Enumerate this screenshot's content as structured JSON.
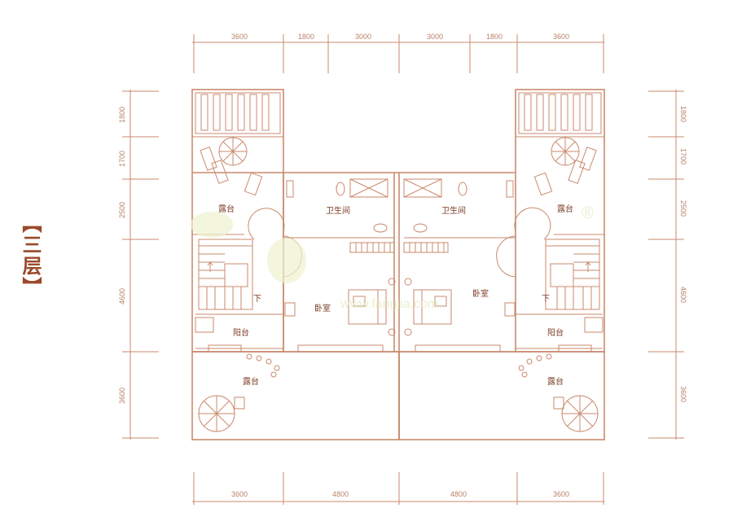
{
  "floor_title": "【三层】",
  "top_dims": [
    "3600",
    "1800",
    "3000",
    "3000",
    "1800",
    "3600"
  ],
  "bottom_dims": [
    "3600",
    "4800",
    "4800",
    "3600"
  ],
  "left_dims": [
    "1800",
    "1700",
    "2500",
    "4600",
    "3600"
  ],
  "right_dims": [
    "1800",
    "1700",
    "2500",
    "4600",
    "3600"
  ],
  "rooms": {
    "terrace_top_left": "露台",
    "terrace_top_right": "露台",
    "bathroom_left": "卫生间",
    "bathroom_right": "卫生间",
    "bedroom_left": "卧室",
    "bedroom_right": "卧室",
    "balcony_left": "阳台",
    "balcony_right": "阳台",
    "terrace_bottom_left": "露台",
    "terrace_bottom_right": "露台",
    "stair_down_left": "下",
    "stair_down_right": "下"
  },
  "watermark": {
    "registered": "®",
    "url": "www.fangjia.com"
  },
  "colors": {
    "line": "#c98a6e",
    "text": "#7a3b22",
    "title": "#9a4a2a",
    "watermark": "#dfe9b8"
  }
}
